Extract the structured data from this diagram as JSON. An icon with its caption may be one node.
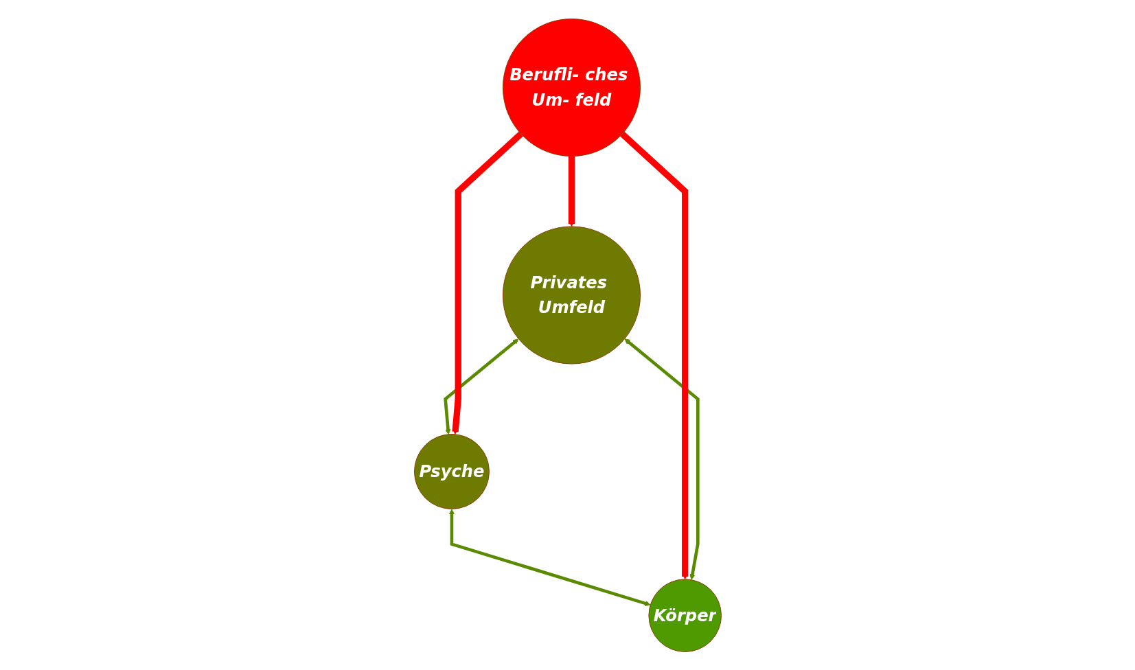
{
  "diagram": {
    "nodes": [
      {
        "text": [
          "Privates Umfeld"
        ]
      },
      {
        "text": [
          "Körper"
        ]
      },
      {
        "text": [
          "Psyche"
        ]
      },
      {
        "text": [
          "Berufli- ches Um- feld"
        ]
      }
    ],
    "edges": [
      {
        "from": 1,
        "to": 0,
        "arrow": "both",
        "color": "#5a8a00"
      },
      {
        "from": 3,
        "to": 0,
        "arrow": "to",
        "style": "thick",
        "color": "#ff0000"
      },
      {
        "from": 2,
        "to": 1,
        "arrow": "both",
        "color": "#5a8a00"
      },
      {
        "from": 0,
        "to": 2,
        "arrow": "both",
        "color": "#5a8a00"
      },
      {
        "from": 3,
        "to": 1,
        "arrow": "to",
        "style": "thick",
        "color": "#ff0000"
      },
      {
        "from": 3,
        "to": 2,
        "arrow": "to",
        "style": "thick",
        "color": "#ff0000"
      }
    ]
  }
}
